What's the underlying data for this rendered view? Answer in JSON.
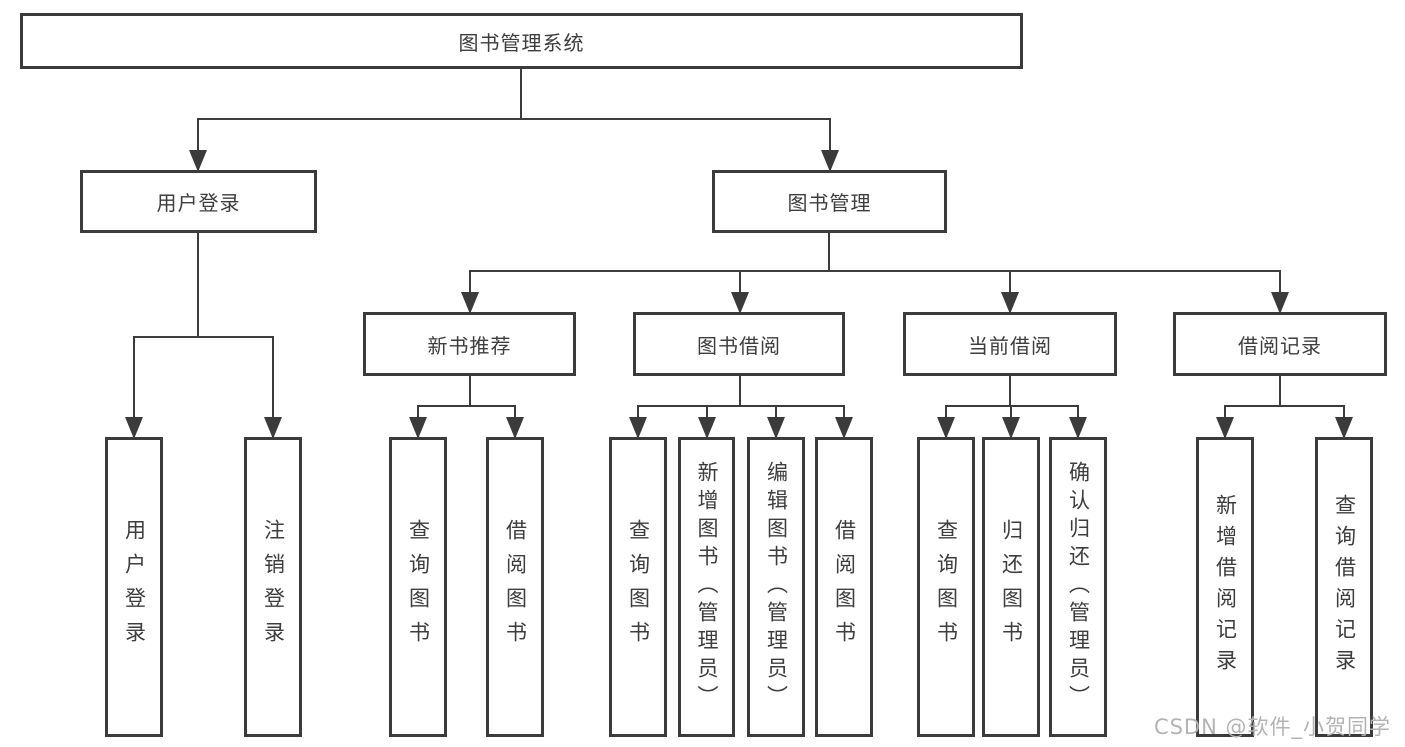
{
  "tree": {
    "root": "图书管理系统",
    "branches": [
      {
        "label": "用户登录",
        "leaves": [
          "用户登录",
          "注销登录"
        ]
      },
      {
        "label": "图书管理",
        "groups": [
          {
            "label": "新书推荐",
            "leaves": [
              "查询图书",
              "借阅图书"
            ]
          },
          {
            "label": "图书借阅",
            "leaves": [
              "查询图书",
              "新增图书（管理员）",
              "编辑图书（管理员）",
              "借阅图书"
            ]
          },
          {
            "label": "当前借阅",
            "leaves": [
              "查询图书",
              "归还图书",
              "确认归还（管理员）"
            ]
          },
          {
            "label": "借阅记录",
            "leaves": [
              "新增借阅记录",
              "查询借阅记录"
            ]
          }
        ]
      }
    ]
  },
  "watermark": "CSDN @软件_小贺同学",
  "colors": {
    "line": "#3b3b3b",
    "text": "#3d3d3d",
    "watermark": "#b3b3b3",
    "background": "#ffffff"
  }
}
